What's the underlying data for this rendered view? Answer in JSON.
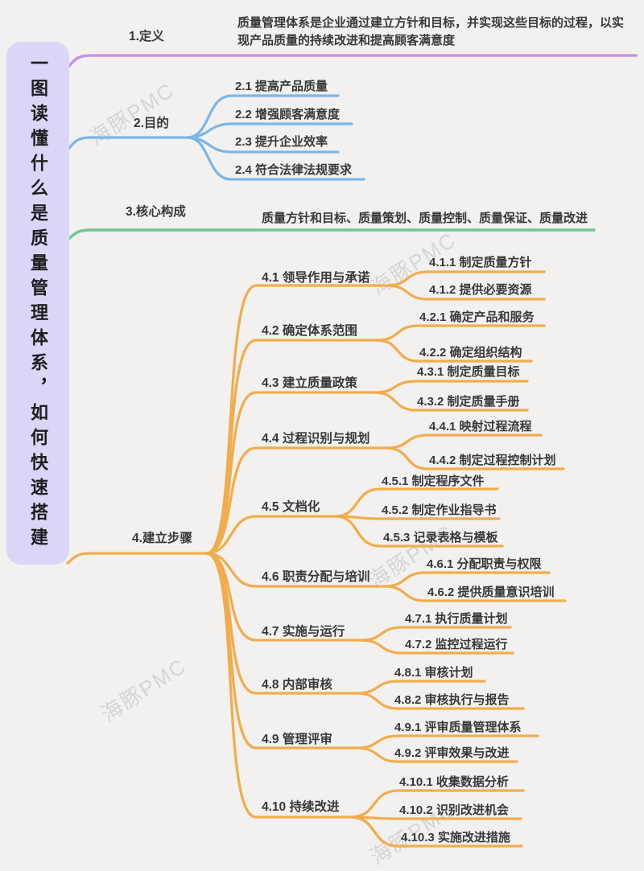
{
  "root": {
    "title": "一图读懂什么是质量管理体系，如何快速搭建"
  },
  "watermark": {
    "text": "海豚PMC"
  },
  "colors": {
    "background": "#f2f1f0",
    "root_box": "#dbd6f8",
    "branch_definition": "#ca90e2",
    "branch_purpose": "#7cb6e9",
    "branch_core": "#72c690",
    "branch_steps": "#f1ad4d",
    "text": "#383838"
  },
  "branches": {
    "definition": {
      "label": "1.定义",
      "content": "质量管理体系是企业通过建立方针和目标，并实现这些目标的过程，以实现产品质量的持续改进和提高顾客满意度"
    },
    "purpose": {
      "label": "2.目的",
      "items": [
        "2.1 提高产品质量",
        "2.2 增强顾客满意度",
        "2.3 提升企业效率",
        "2.4 符合法律法规要求"
      ]
    },
    "core": {
      "label": "3.核心构成",
      "content": "质量方针和目标、质量策划、质量控制、质量保证、质量改进"
    },
    "steps": {
      "label": "4.建立步骤",
      "items": [
        {
          "label": "4.1 领导作用与承诺",
          "children": [
            "4.1.1 制定质量方针",
            "4.1.2 提供必要资源"
          ]
        },
        {
          "label": "4.2 确定体系范围",
          "children": [
            "4.2.1 确定产品和服务",
            "4.2.2 确定组织结构"
          ]
        },
        {
          "label": "4.3 建立质量政策",
          "children": [
            "4.3.1 制定质量目标",
            "4.3.2 制定质量手册"
          ]
        },
        {
          "label": "4.4 过程识别与规划",
          "children": [
            "4.4.1 映射过程流程",
            "4.4.2 制定过程控制计划"
          ]
        },
        {
          "label": "4.5 文档化",
          "children": [
            "4.5.1 制定程序文件",
            "4.5.2 制定作业指导书",
            "4.5.3 记录表格与模板"
          ]
        },
        {
          "label": "4.6 职责分配与培训",
          "children": [
            "4.6.1 分配职责与权限",
            "4.6.2 提供质量意识培训"
          ]
        },
        {
          "label": "4.7 实施与运行",
          "children": [
            "4.7.1 执行质量计划",
            "4.7.2 监控过程运行"
          ]
        },
        {
          "label": "4.8 内部审核",
          "children": [
            "4.8.1 审核计划",
            "4.8.2 审核执行与报告"
          ]
        },
        {
          "label": "4.9 管理评审",
          "children": [
            "4.9.1 评审质量管理体系",
            "4.9.2 评审效果与改进"
          ]
        },
        {
          "label": "4.10 持续改进",
          "children": [
            "4.10.1 收集数据分析",
            "4.10.2 识别改进机会",
            "4.10.3 实施改进措施"
          ]
        }
      ]
    }
  }
}
